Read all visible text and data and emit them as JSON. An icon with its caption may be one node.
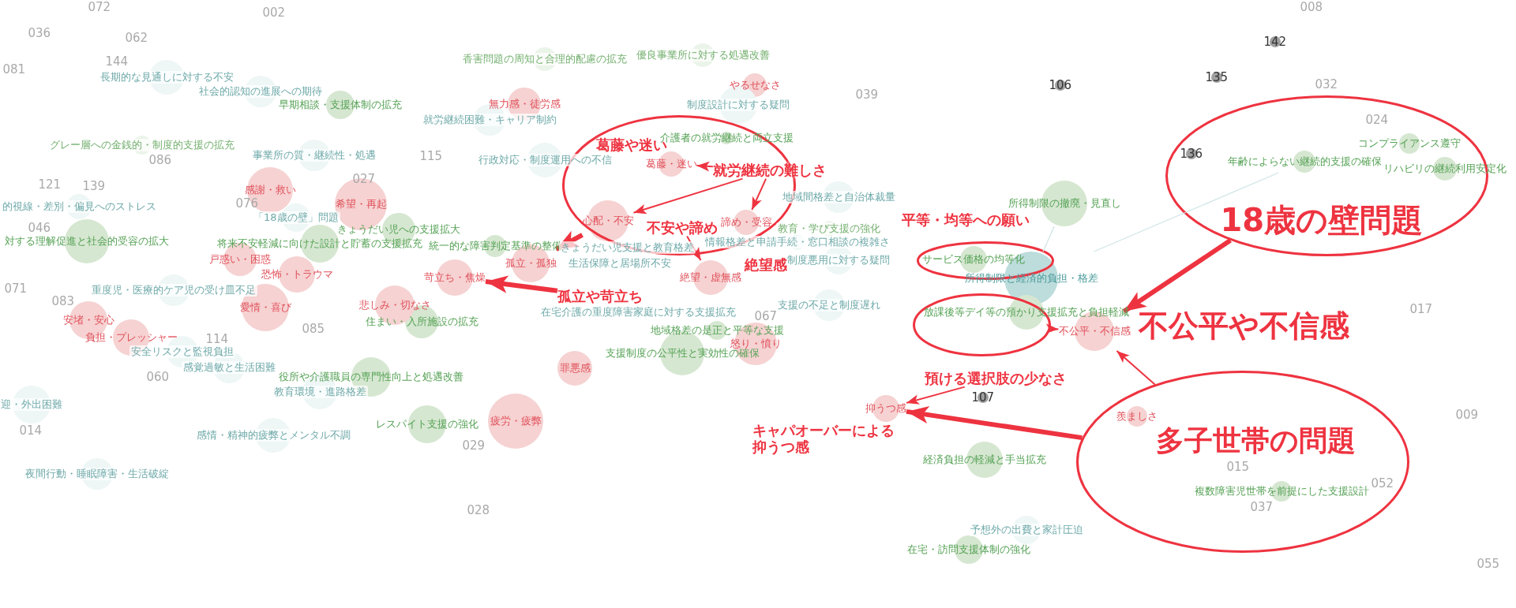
{
  "diagram": {
    "nodes": [
      {
        "text": [],
        "shape": "ellipse"
      },
      {
        "text": [
          "18歳の壁問題"
        ]
      },
      {
        "text": [
          "多子世帯の問題"
        ]
      },
      {
        "text": [],
        "shape": "ellipse"
      },
      {
        "text": [],
        "shape": "ellipse"
      },
      {
        "text": [
          "所得制限と経済的負担・格差"
        ]
      },
      {
        "text": [
          "早期相談・支援体制の拡充"
        ]
      },
      {
        "text": [
          "きょうだい児への支援拡大"
        ]
      },
      {
        "text": [
          "将来不安軽減に向けた設計と貯蓄の支援拡充"
        ]
      },
      {
        "text": [
          "統一的な障害判定基準の整備"
        ]
      },
      {
        "text": [
          "住まい・入所施設の拡充"
        ]
      },
      {
        "text": [
          "役所や介護職員の専門性向上と処遇改善"
        ]
      },
      {
        "text": [
          "レスパイト支援の強化"
        ]
      },
      {
        "text": [
          "介護者の就労継続と両立支援"
        ],
        "in": 0
      },
      {
        "text": [
          "地域格差の是正と平等な支援"
        ]
      },
      {
        "text": [
          "支援制度の公平性と実効性の確保"
        ]
      },
      {
        "text": [
          "所得制限の撤廃・見直し"
        ]
      },
      {
        "text": [
          "サービス価格の均等化"
        ],
        "in": 3
      },
      {
        "text": [
          "放課後等デイ等の預かり支援拡充と負担軽減"
        ]
      },
      {
        "text": [
          "経済負担の軽減と手当拡充"
        ]
      },
      {
        "text": [
          "在宅・訪問支援体制の強化"
        ]
      },
      {
        "text": [
          "年齢によらない継続的支援の確保"
        ],
        "in": 1
      },
      {
        "text": [
          "コンプライアンス遵守"
        ],
        "in": 1
      },
      {
        "text": [
          "リハビリの継続利用安定化"
        ]
      },
      {
        "text": [
          "複数障害児世帯を前提にした支援設計"
        ],
        "in": 2
      },
      {
        "text": [
          "対する理解促進と社会的受容の拡大"
        ]
      },
      {
        "text": [
          "無力感・徒労感"
        ]
      },
      {
        "text": [
          "やるせなさ"
        ]
      },
      {
        "text": [
          "感謝・救い"
        ]
      },
      {
        "text": [
          "希望・再起"
        ]
      },
      {
        "text": [
          "戸惑い・困惑"
        ]
      },
      {
        "text": [
          "恐怖・トラウマ"
        ]
      },
      {
        "text": [
          "苛立ち・焦燥"
        ]
      },
      {
        "text": [
          "孤立・孤独"
        ]
      },
      {
        "text": [
          "葛藤・迷い"
        ],
        "in": 0
      },
      {
        "text": [
          "心配・不安"
        ],
        "in": 0
      },
      {
        "text": [
          "諦め・受容"
        ],
        "in": 0
      },
      {
        "text": [
          "絶望・虚無感"
        ]
      },
      {
        "text": [
          "愛情・喜び"
        ]
      },
      {
        "text": [
          "悲しみ・切なさ"
        ]
      },
      {
        "text": [
          "安堵・安心"
        ]
      },
      {
        "text": [
          "負担・プレッシャー"
        ]
      },
      {
        "text": [
          "罪悪感"
        ]
      },
      {
        "text": [
          "怒り・憤り"
        ]
      },
      {
        "text": [
          "疲労・疲弊"
        ]
      },
      {
        "text": [
          "抑うつ感"
        ]
      },
      {
        "text": [
          "不公平・不信感"
        ]
      },
      {
        "text": [
          "羨ましさ"
        ],
        "in": 2
      },
      {
        "text": [
          "142"
        ]
      },
      {
        "text": [
          "135"
        ]
      },
      {
        "text": [
          "106"
        ]
      },
      {
        "text": [
          "136"
        ],
        "in": 1
      },
      {
        "text": [
          "107"
        ]
      },
      {
        "text": [
          "葛藤や迷い"
        ],
        "in": 0
      },
      {
        "text": [
          "就労継続の難しさ"
        ]
      },
      {
        "text": [
          "不安や諦め"
        ],
        "in": 0
      },
      {
        "text": [
          "絶望感"
        ]
      },
      {
        "text": [
          "孤立や苛立ち"
        ]
      },
      {
        "text": [
          "平等・均等への願い"
        ]
      },
      {
        "text": [
          "不公平や不信感"
        ]
      },
      {
        "text": [
          "預ける選択肢の少なさ"
        ]
      },
      {
        "text": [
          "キャパオーバーによる抑うつ感"
        ]
      },
      {
        "text": [
          "長期的な見通しに対する不安"
        ]
      },
      {
        "text": [
          "社会的認知の進展への期待"
        ]
      },
      {
        "text": [
          "香害問題の周知と合理的配慮の拡充"
        ]
      },
      {
        "text": [
          "優良事業所に対する処遇改善"
        ]
      },
      {
        "text": [
          "制度設計に対する疑問"
        ]
      },
      {
        "text": [
          "就労継続困難・キャリア制約"
        ]
      },
      {
        "text": [
          "グレー層への金銭的・制度的支援の拡充"
        ]
      },
      {
        "text": [
          "事業所の質・継続性・処遇"
        ]
      },
      {
        "text": [
          "行政対応・制度運用への不信"
        ]
      },
      {
        "text": [
          "地域間格差と自治体裁量"
        ]
      },
      {
        "text": [
          "的視線・差別・偏見へのストレス"
        ]
      },
      {
        "text": [
          "「18歳の壁」問題"
        ]
      },
      {
        "text": [
          "重度児・医療的ケア児の受け皿不足"
        ]
      },
      {
        "text": [
          "安全リスクと監視負担"
        ]
      },
      {
        "text": [
          "感覚過敏と生活困難"
        ]
      },
      {
        "text": [
          "教育環境・進路格差"
        ]
      },
      {
        "text": [
          "迎・外出困難"
        ]
      },
      {
        "text": [
          "感情・精神的疲弊とメンタル不調"
        ]
      },
      {
        "text": [
          "夜間行動・睡眠障害・生活破綻"
        ]
      },
      {
        "text": [
          "在宅介護の重度障害家庭に対する支援拡充"
        ]
      },
      {
        "text": [
          "支援の不足と制度遅れ"
        ]
      },
      {
        "text": [
          "きょうだい児支援と教育格差"
        ]
      },
      {
        "text": [
          "情報格差と申請手続・窓口相談の複雑さ"
        ]
      },
      {
        "text": [
          "生活保障と居場所不安"
        ]
      },
      {
        "text": [
          "制度悪用に対する疑問"
        ]
      },
      {
        "text": [
          "予想外の出費と家計圧迫"
        ]
      },
      {
        "text": [
          "教育・学び支援の強化"
        ]
      }
    ],
    "edges": [
      {
        "from": 5,
        "to": 16,
        "arrow": "none",
        "color": "#cfe5e5"
      },
      {
        "from": 5,
        "to": 21,
        "arrow": "none",
        "color": "#cfe5e5"
      },
      {
        "from": 54,
        "to": 34,
        "arrow": "to"
      },
      {
        "from": 54,
        "to": 35,
        "arrow": "to"
      },
      {
        "from": 54,
        "to": 36,
        "arrow": "to"
      },
      {
        "from": 35,
        "to": 33,
        "arrow": "to",
        "style": "thick"
      },
      {
        "from": 55,
        "to": 37,
        "arrow": "to"
      },
      {
        "from": 57,
        "to": 32,
        "arrow": "to",
        "style": "thick"
      },
      {
        "from": 1,
        "to": 46,
        "arrow": "to",
        "style": "thick"
      },
      {
        "from": 4,
        "to": 46,
        "arrow": "to"
      },
      {
        "from": 2,
        "to": 46,
        "arrow": "to"
      },
      {
        "from": 2,
        "to": 45,
        "arrow": "to",
        "style": "thick"
      },
      {
        "from": 60,
        "to": 45,
        "arrow": "to"
      }
    ],
    "labels": [
      "072",
      "002",
      "036",
      "062",
      "081",
      "144",
      "086",
      "115",
      "027",
      "121",
      "139",
      "076",
      "046",
      "071",
      "083",
      "114",
      "085",
      "060",
      "014",
      "029",
      "028",
      "039",
      "067",
      "008",
      "032",
      "024",
      "017",
      "009",
      "015",
      "052",
      "037",
      "055"
    ]
  }
}
